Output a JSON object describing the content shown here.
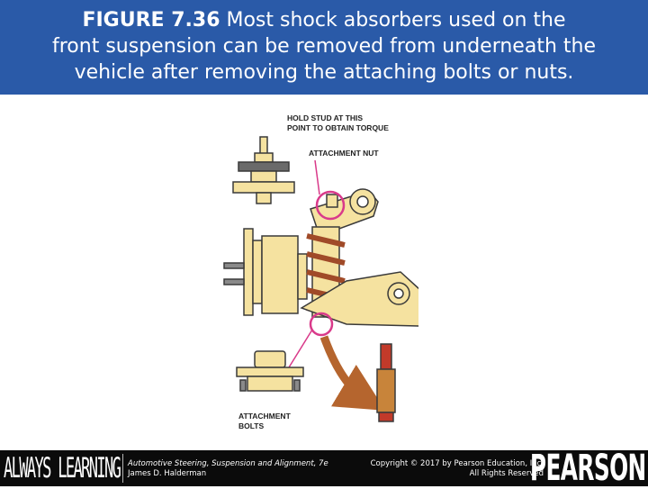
{
  "title": {
    "figure_label": "FIGURE 7.36",
    "line1_rest": " Most shock absorbers used on the",
    "line2": "front suspension can be removed from underneath the",
    "line3": "vehicle after removing the attaching bolts or nuts."
  },
  "diagram": {
    "label_hold_stud_1": "HOLD STUD AT THIS",
    "label_hold_stud_2": "POINT TO OBTAIN TORQUE",
    "label_attachment_nut": "ATTACHMENT NUT",
    "label_attachment_bolts_1": "ATTACHMENT",
    "label_attachment_bolts_2": "BOLTS",
    "colors": {
      "part_fill": "#f5e2a0",
      "outline": "#3a3a3a",
      "highlight_circle": "#d93a8a",
      "arrow": "#b5652e",
      "shock_red": "#c23a2a",
      "shock_body": "#c8843a"
    }
  },
  "footer": {
    "brand_left": "ALWAYS LEARNING",
    "book_title": "Automotive Steering, Suspension and Alignment, 7e",
    "book_author": "James D. Halderman",
    "copyright": "Copyright © 2017 by Pearson Education, Inc.",
    "rights": "All Rights Reserved",
    "brand_right": "PEARSON"
  }
}
